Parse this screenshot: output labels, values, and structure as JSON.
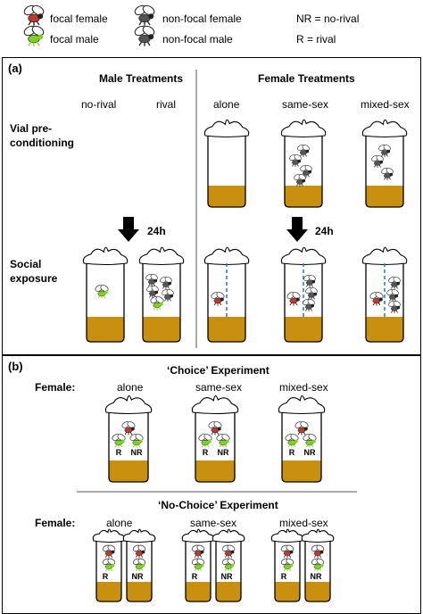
{
  "legend": {
    "focal_female": "focal female",
    "focal_male": "focal male",
    "nonfocal_female": "non-focal female",
    "nonfocal_male": "non-focal male",
    "nr_def": "NR = no-rival",
    "r_def": "R = rival"
  },
  "colors": {
    "focal_female": "#c0392b",
    "focal_male": "#7ed321",
    "nonfocal": "#555555",
    "food": "#c8900e",
    "barrier": "#2e7fd6"
  },
  "panel_a": {
    "label": "(a)",
    "male_heading": "Male Treatments",
    "female_heading": "Female Treatments",
    "male_cols": [
      "no-rival",
      "rival"
    ],
    "female_cols": [
      "alone",
      "same-sex",
      "mixed-sex"
    ],
    "row1_label_line1": "Vial pre-",
    "row1_label_line2": "conditioning",
    "row2_label_line1": "Social",
    "row2_label_line2": "exposure",
    "time_male": "24h",
    "time_female": "24h"
  },
  "panel_b": {
    "label": "(b)",
    "choice_heading": "‘Choice’ Experiment",
    "nochoice_heading": "‘No-Choice’ Experiment",
    "female_label": "Female:",
    "cols": [
      "alone",
      "same-sex",
      "mixed-sex"
    ],
    "rival_tag": "R",
    "norival_tag": "NR"
  }
}
